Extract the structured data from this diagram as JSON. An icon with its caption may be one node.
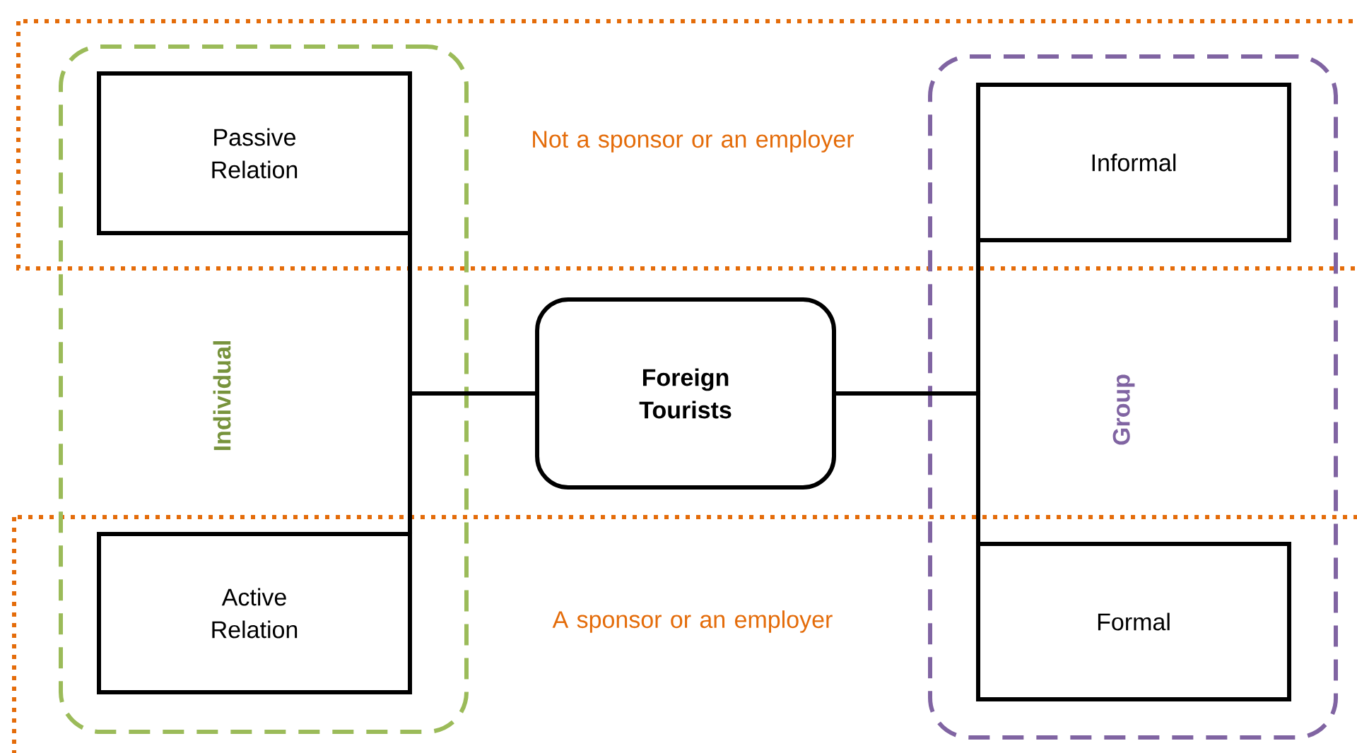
{
  "diagram": {
    "nodes": [
      {
        "text": [
          "Individual"
        ]
      },
      {
        "text": [
          "Passive Relation"
        ],
        "in": 0
      },
      {
        "text": [
          "Active Relation"
        ],
        "in": 0
      },
      {
        "text": [
          "Foreign Tourists"
        ]
      },
      {
        "text": [
          "Group"
        ]
      },
      {
        "text": [
          "Informal"
        ],
        "in": 4
      },
      {
        "text": [
          "Formal"
        ],
        "in": 4
      }
    ],
    "edges": [
      {
        "from": 3,
        "to": 1,
        "arrow": "none"
      },
      {
        "from": 3,
        "to": 2,
        "arrow": "none"
      },
      {
        "from": 3,
        "to": 5,
        "arrow": "none"
      },
      {
        "from": 3,
        "to": 6,
        "arrow": "none"
      }
    ],
    "labels": [
      "Not a sponsor or an employer",
      "A sponsor or an employer"
    ]
  }
}
